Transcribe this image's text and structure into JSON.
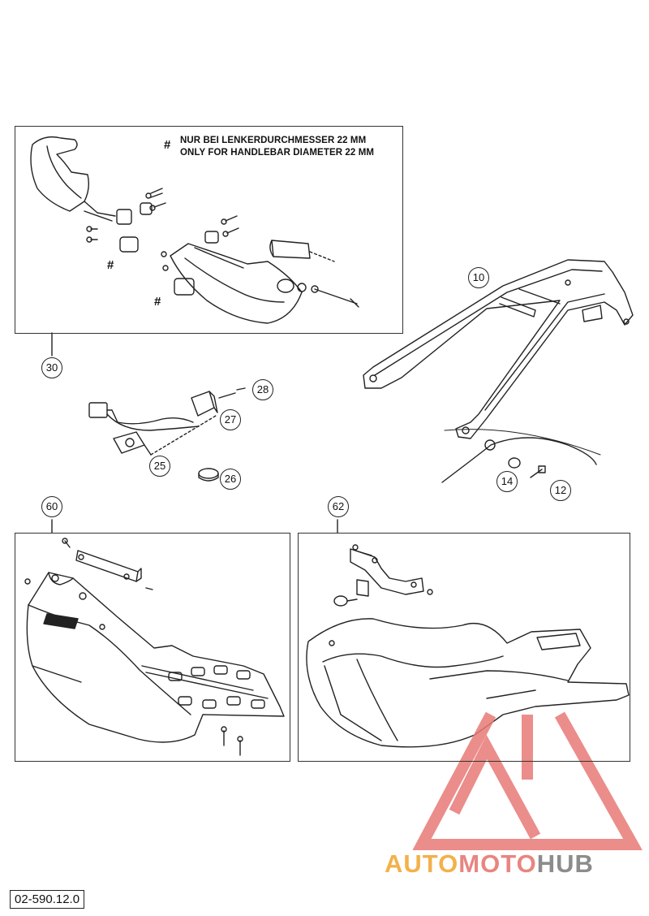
{
  "note": {
    "line1": "NUR BEI LENKERDURCHMESSER 22 MM",
    "line2": "ONLY FOR HANDLEBAR DIAMETER 22 MM",
    "symbol": "#"
  },
  "callouts": {
    "c10": "10",
    "c12": "12",
    "c14": "14",
    "c25": "25",
    "c26": "26",
    "c27": "27",
    "c28": "28",
    "c30": "30",
    "c60": "60",
    "c62": "62"
  },
  "part_code": "02-590.12.0",
  "watermark": {
    "part1": "AUTO",
    "part2": "MOTO",
    "part3": "HUB",
    "colors": {
      "part1": "#f3b14a",
      "part2": "#e98580",
      "part3": "#8c8c8c",
      "logo": "#e87a76"
    }
  },
  "icons": [
    "handguard-drawing",
    "rear-carrier-drawing",
    "wiring-harness-drawing",
    "skid-plate-drawing",
    "bolt-icon",
    "watermark-logo-icon"
  ]
}
